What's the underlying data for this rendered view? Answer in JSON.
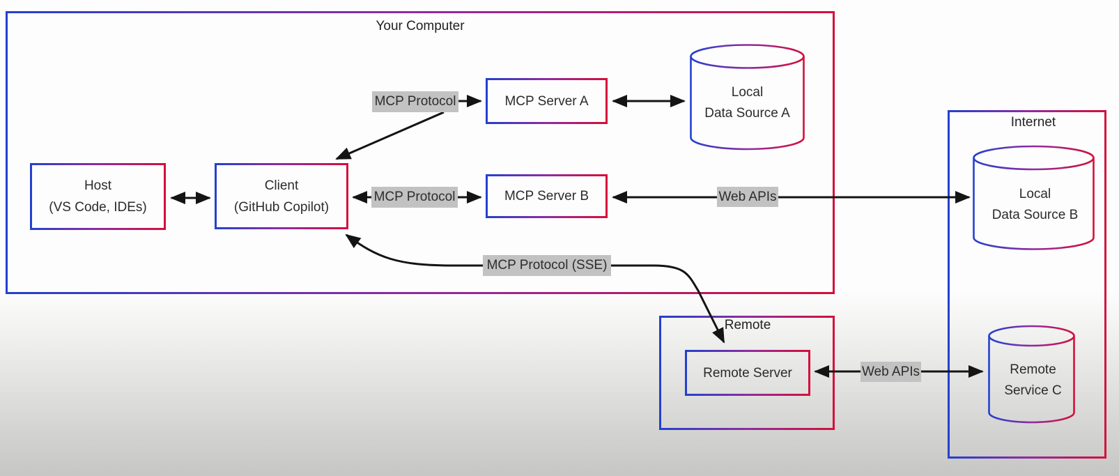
{
  "diagram": {
    "containers": {
      "your_computer": "Your Computer",
      "internet": "Internet",
      "remote": "Remote"
    },
    "nodes": {
      "host": {
        "title": "Host",
        "subtitle": "(VS Code, IDEs)"
      },
      "client": {
        "title": "Client",
        "subtitle": "(GitHub Copilot)"
      },
      "mcp_server_a": "MCP Server A",
      "mcp_server_b": "MCP Server B",
      "remote_server": "Remote Server",
      "local_data_source_a": {
        "line1": "Local",
        "line2": "Data Source A"
      },
      "local_data_source_b": {
        "line1": "Local",
        "line2": "Data Source B"
      },
      "remote_service_c": {
        "line1": "Remote",
        "line2": "Service C"
      }
    },
    "edge_labels": {
      "mcp_protocol_host_a": "MCP Protocol",
      "mcp_protocol_client_b": "MCP Protocol",
      "mcp_protocol_sse": "MCP Protocol (SSE)",
      "web_apis_b": "Web APIs",
      "web_apis_remote": "Web APIs"
    },
    "colors": {
      "gradient_blue": "#2440d0",
      "gradient_red": "#d40f3c",
      "label_bg": "#c2c2c2",
      "arrow": "#141414"
    }
  }
}
